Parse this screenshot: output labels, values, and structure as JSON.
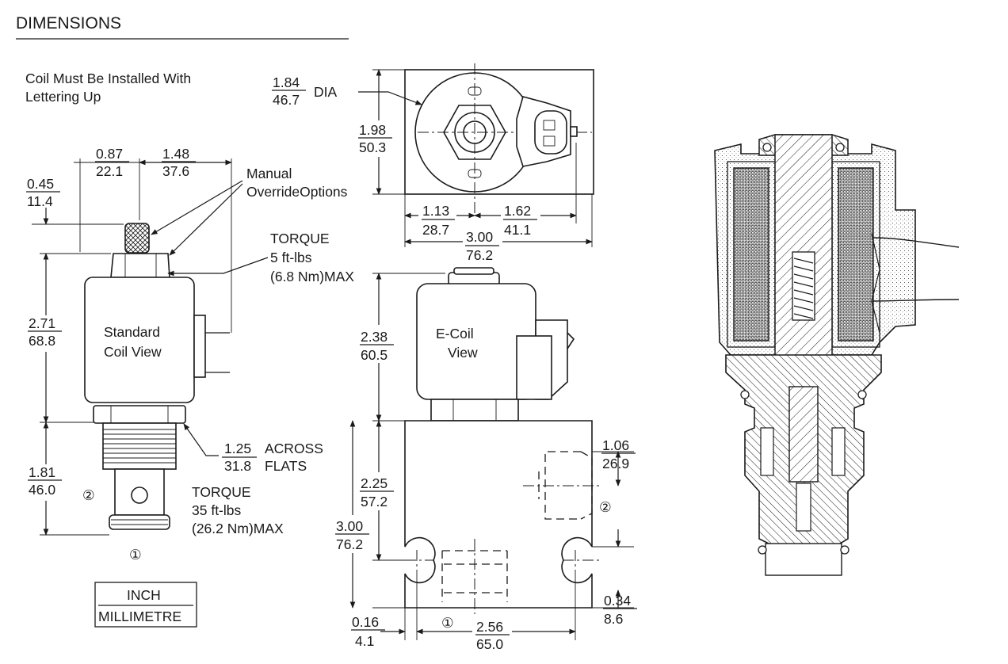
{
  "title": "DIMENSIONS",
  "note": [
    "Coil Must Be Installed With",
    "Lettering Up"
  ],
  "units": {
    "inch": "INCH",
    "metric": "MILLIMETRE"
  },
  "standard_view": {
    "label": [
      "Standard",
      "Coil View"
    ],
    "dims": {
      "top_offset": {
        "in": "0.45",
        "mm": "11.4"
      },
      "override_x": {
        "in": "0.87",
        "mm": "22.1"
      },
      "terminal_x": {
        "in": "1.48",
        "mm": "37.6"
      },
      "coil_height": {
        "in": "2.71",
        "mm": "68.8"
      },
      "body_height": {
        "in": "1.81",
        "mm": "46.0"
      },
      "hex": {
        "in": "1.25",
        "mm": "31.8",
        "text": [
          "ACROSS",
          "FLATS"
        ]
      }
    },
    "manual_override": [
      "Manual",
      "OverrideOptions"
    ],
    "torque_nut": [
      "TORQUE",
      "5 ft-lbs",
      "(6.8 Nm)MAX"
    ],
    "torque_cartridge": [
      "TORQUE",
      "35 ft-lbs",
      "(26.2 Nm)MAX"
    ],
    "port2": "②",
    "port1": "①"
  },
  "top_view": {
    "dia": {
      "in": "1.84",
      "mm": "46.7",
      "text": "DIA"
    },
    "height": {
      "in": "1.98",
      "mm": "50.3"
    },
    "center_left": {
      "in": "1.13",
      "mm": "28.7"
    },
    "center_right": {
      "in": "1.62",
      "mm": "41.1"
    },
    "width": {
      "in": "3.00",
      "mm": "76.2"
    }
  },
  "ecoil_view": {
    "label": [
      "E-Coil",
      "View"
    ],
    "dims": {
      "coil_height": {
        "in": "2.38",
        "mm": "60.5"
      },
      "port2_height": {
        "in": "2.25",
        "mm": "57.2"
      },
      "body_height": {
        "in": "3.00",
        "mm": "76.2"
      },
      "port2_offset": {
        "in": "1.06",
        "mm": "26.9"
      },
      "mount_offset": {
        "in": "0.34",
        "mm": "8.6"
      },
      "edge_offset": {
        "in": "0.16",
        "mm": "4.1"
      },
      "mount_spacing": {
        "in": "2.56",
        "mm": "65.0"
      }
    },
    "port2": "②",
    "port1": "①"
  }
}
